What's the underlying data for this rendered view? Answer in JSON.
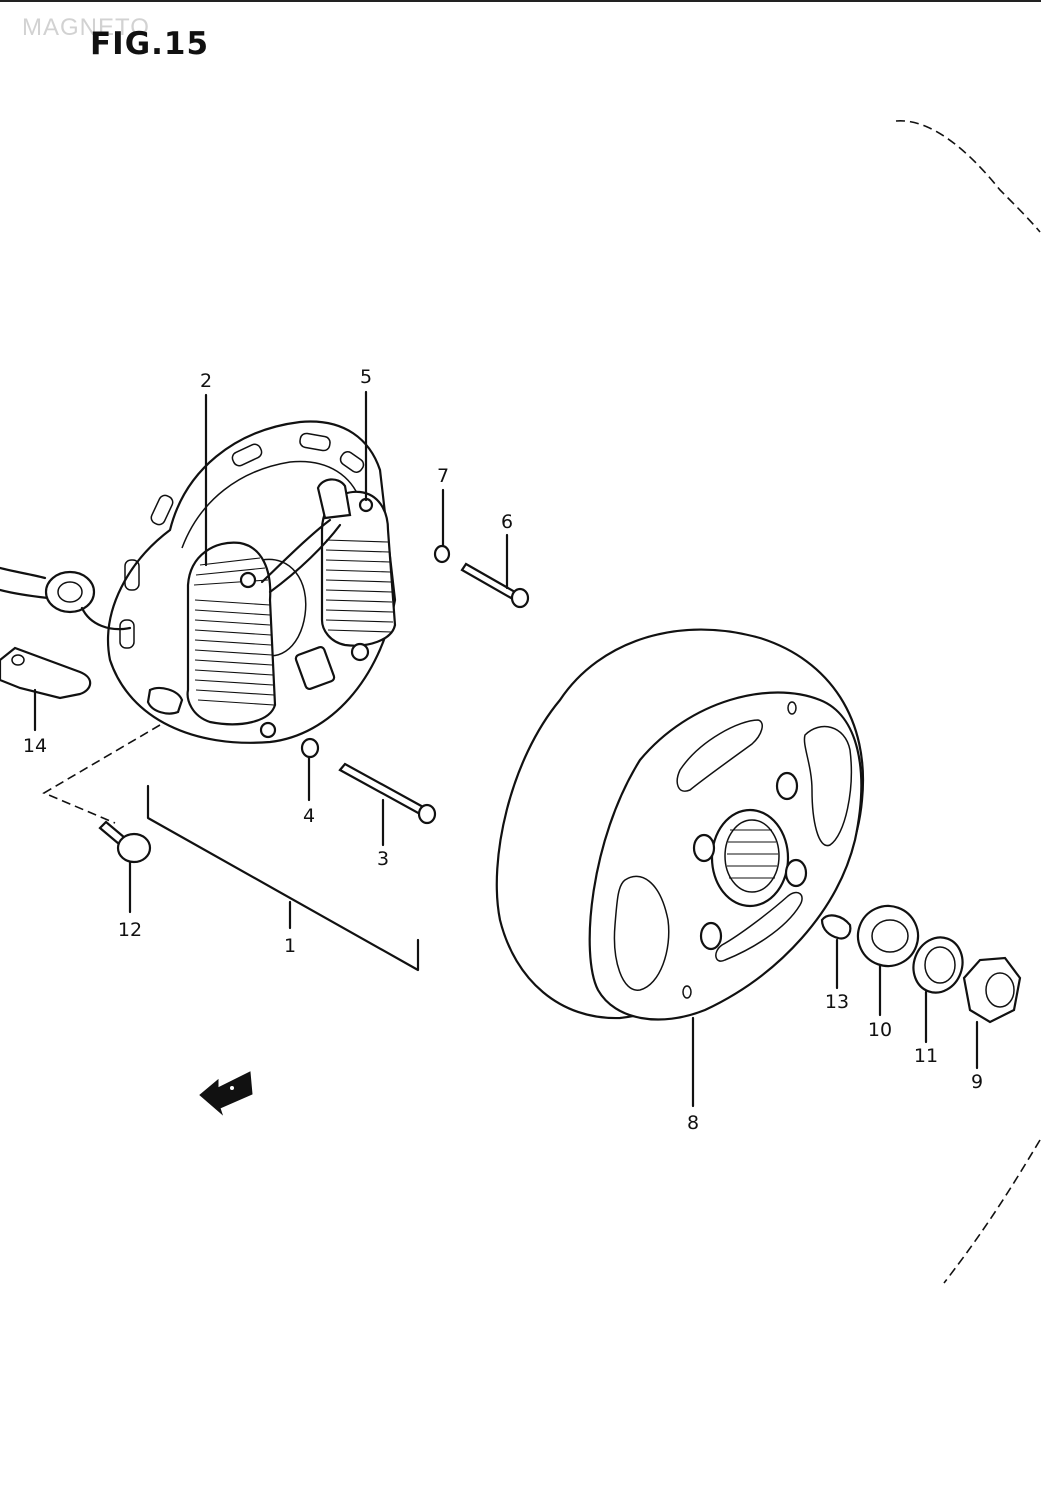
{
  "header": {
    "watermark": "MAGNETO",
    "figure_title": "FIG.15"
  },
  "callouts": [
    {
      "id": "1",
      "label": "1"
    },
    {
      "id": "2",
      "label": "2"
    },
    {
      "id": "3",
      "label": "3"
    },
    {
      "id": "4",
      "label": "4"
    },
    {
      "id": "5",
      "label": "5"
    },
    {
      "id": "6",
      "label": "6"
    },
    {
      "id": "7",
      "label": "7"
    },
    {
      "id": "8",
      "label": "8"
    },
    {
      "id": "9",
      "label": "9"
    },
    {
      "id": "10",
      "label": "10"
    },
    {
      "id": "11",
      "label": "11"
    },
    {
      "id": "12",
      "label": "12"
    },
    {
      "id": "13",
      "label": "13"
    },
    {
      "id": "14",
      "label": "14"
    }
  ],
  "icons": {
    "front_direction": "front-arrow-icon"
  }
}
